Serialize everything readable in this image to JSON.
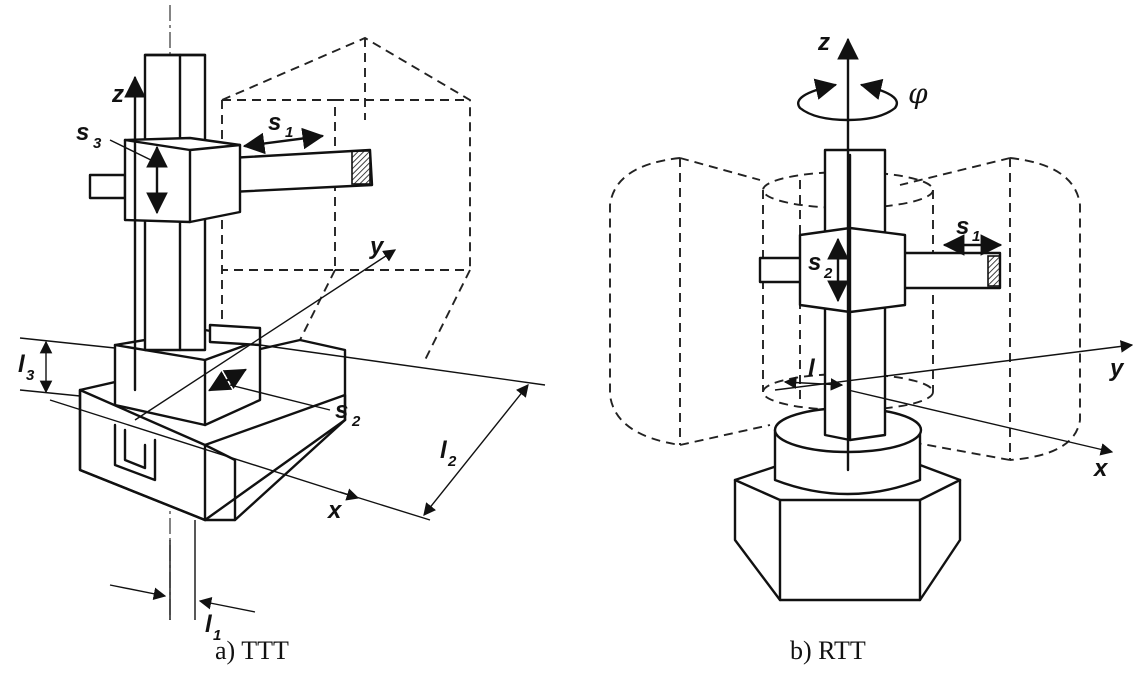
{
  "figure": {
    "left": {
      "caption": "a) TTT",
      "axis_labels": {
        "z": "z",
        "y": "y",
        "x": "x"
      },
      "joint_labels": {
        "s1": "s",
        "s1_sub": "1",
        "s2": "s",
        "s2_sub": "2",
        "s3": "s",
        "s3_sub": "3"
      },
      "dimension_labels": {
        "l1": "l",
        "l1_sub": "1",
        "l2": "l",
        "l2_sub": "2",
        "l3": "l",
        "l3_sub": "3"
      }
    },
    "right": {
      "caption": "b) RTT",
      "axis_labels": {
        "z": "z",
        "y": "y",
        "x": "x"
      },
      "rotation_label": "φ",
      "joint_labels": {
        "s1": "s",
        "s1_sub": "1",
        "s2": "s",
        "s2_sub": "2"
      },
      "dimension_labels": {
        "l": "l"
      }
    }
  }
}
